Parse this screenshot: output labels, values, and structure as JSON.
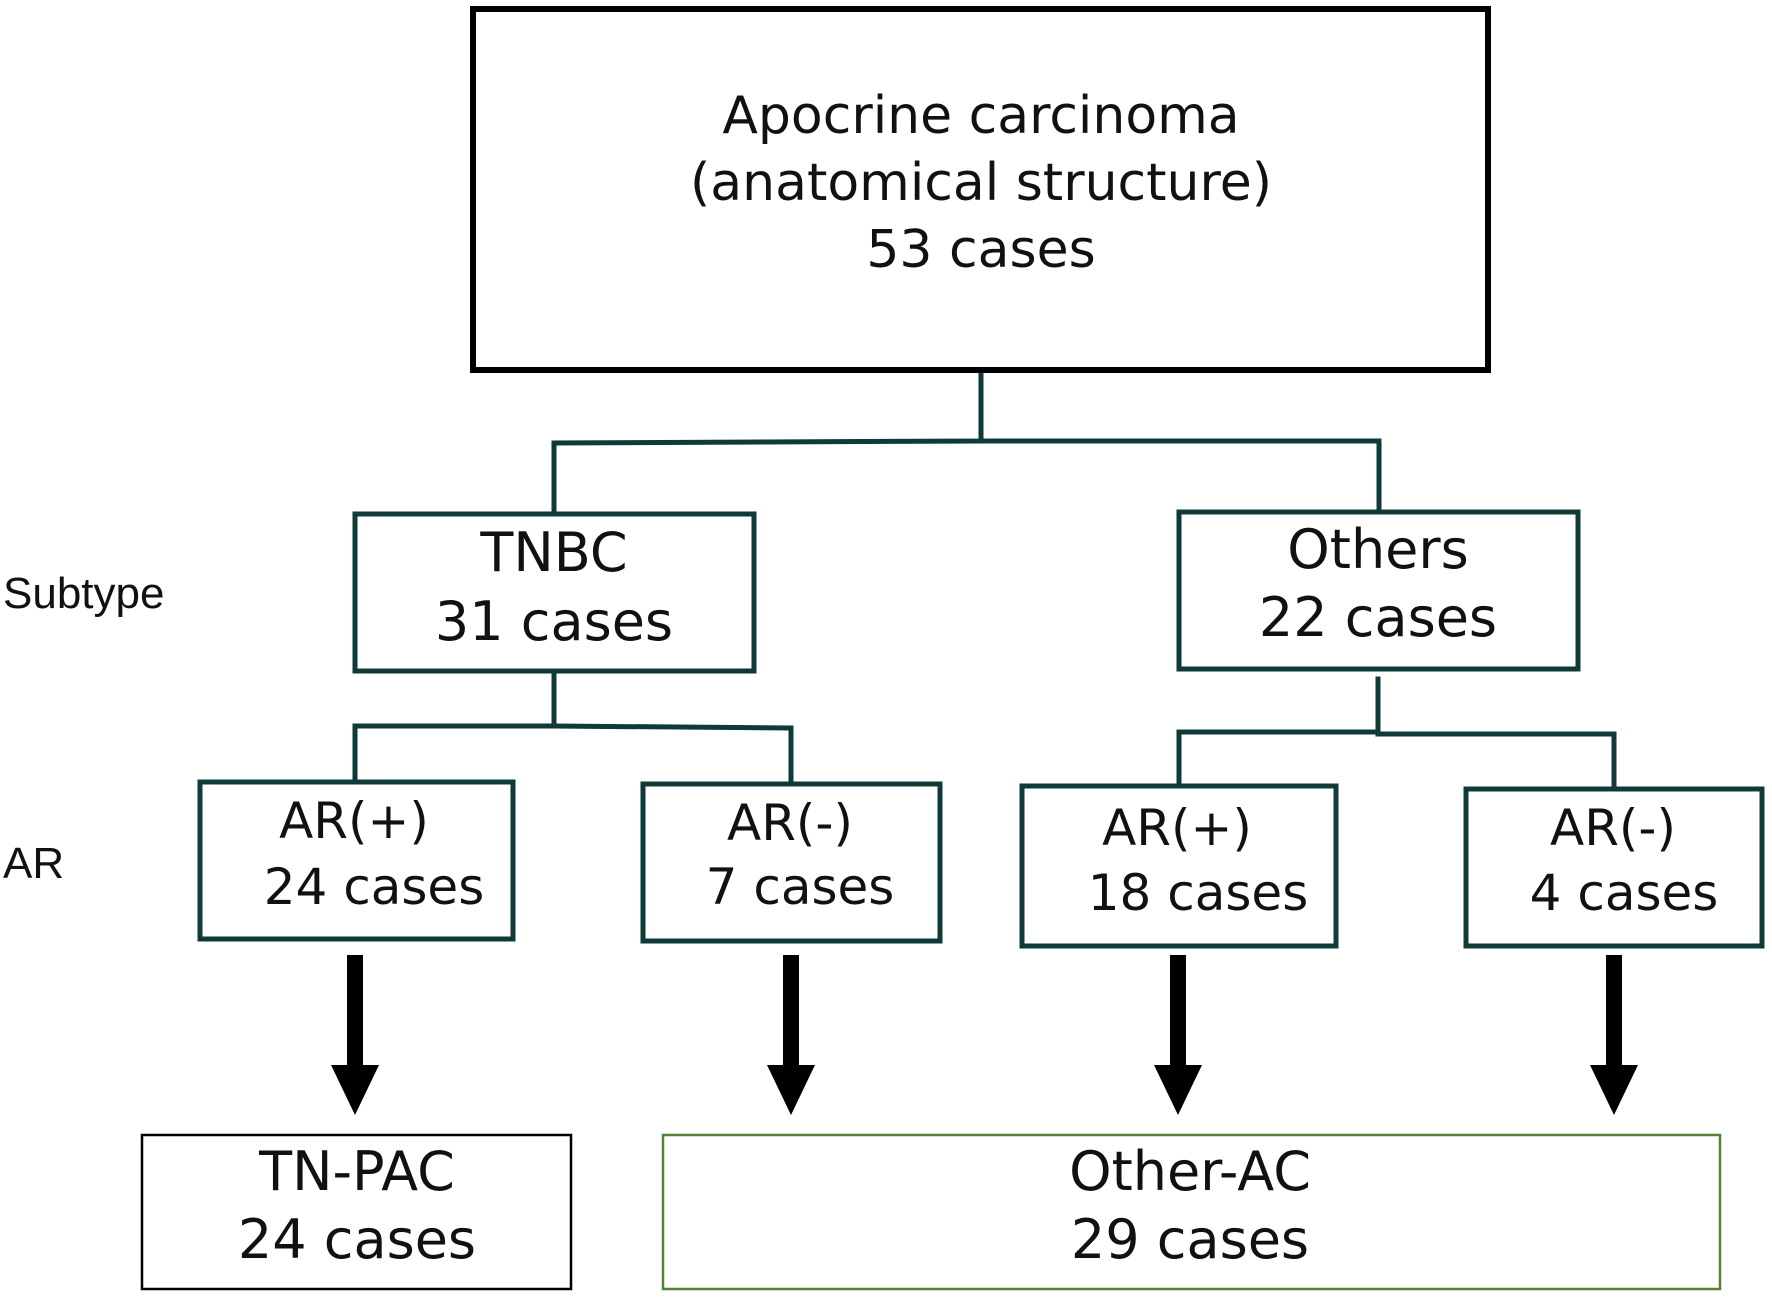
{
  "diagram": {
    "root": {
      "lines": [
        "Apocrine carcinoma",
        "(anatomical structure)",
        "53 cases"
      ]
    },
    "row_labels": {
      "subtype": "Subtype",
      "ar": "AR"
    },
    "subtypes": [
      {
        "lines": [
          "TNBC",
          "31 cases"
        ]
      },
      {
        "lines": [
          "Others",
          "22 cases"
        ]
      }
    ],
    "ar_groups": [
      {
        "lines": [
          "AR(+)",
          "24 cases"
        ]
      },
      {
        "lines": [
          "AR(-)",
          "7 cases"
        ]
      },
      {
        "lines": [
          "AR(+)",
          "18 cases"
        ]
      },
      {
        "lines": [
          "AR(-)",
          "4 cases"
        ]
      }
    ],
    "outcomes": [
      {
        "lines": [
          "TN-PAC",
          "24 cases"
        ]
      },
      {
        "lines": [
          "Other-AC",
          "29 cases"
        ]
      }
    ],
    "colors": {
      "root_border": "#000000",
      "node_border": "#0f3a38",
      "tnpac_border": "#000000",
      "otherac_border": "#538135",
      "arrow": "#000000"
    }
  }
}
